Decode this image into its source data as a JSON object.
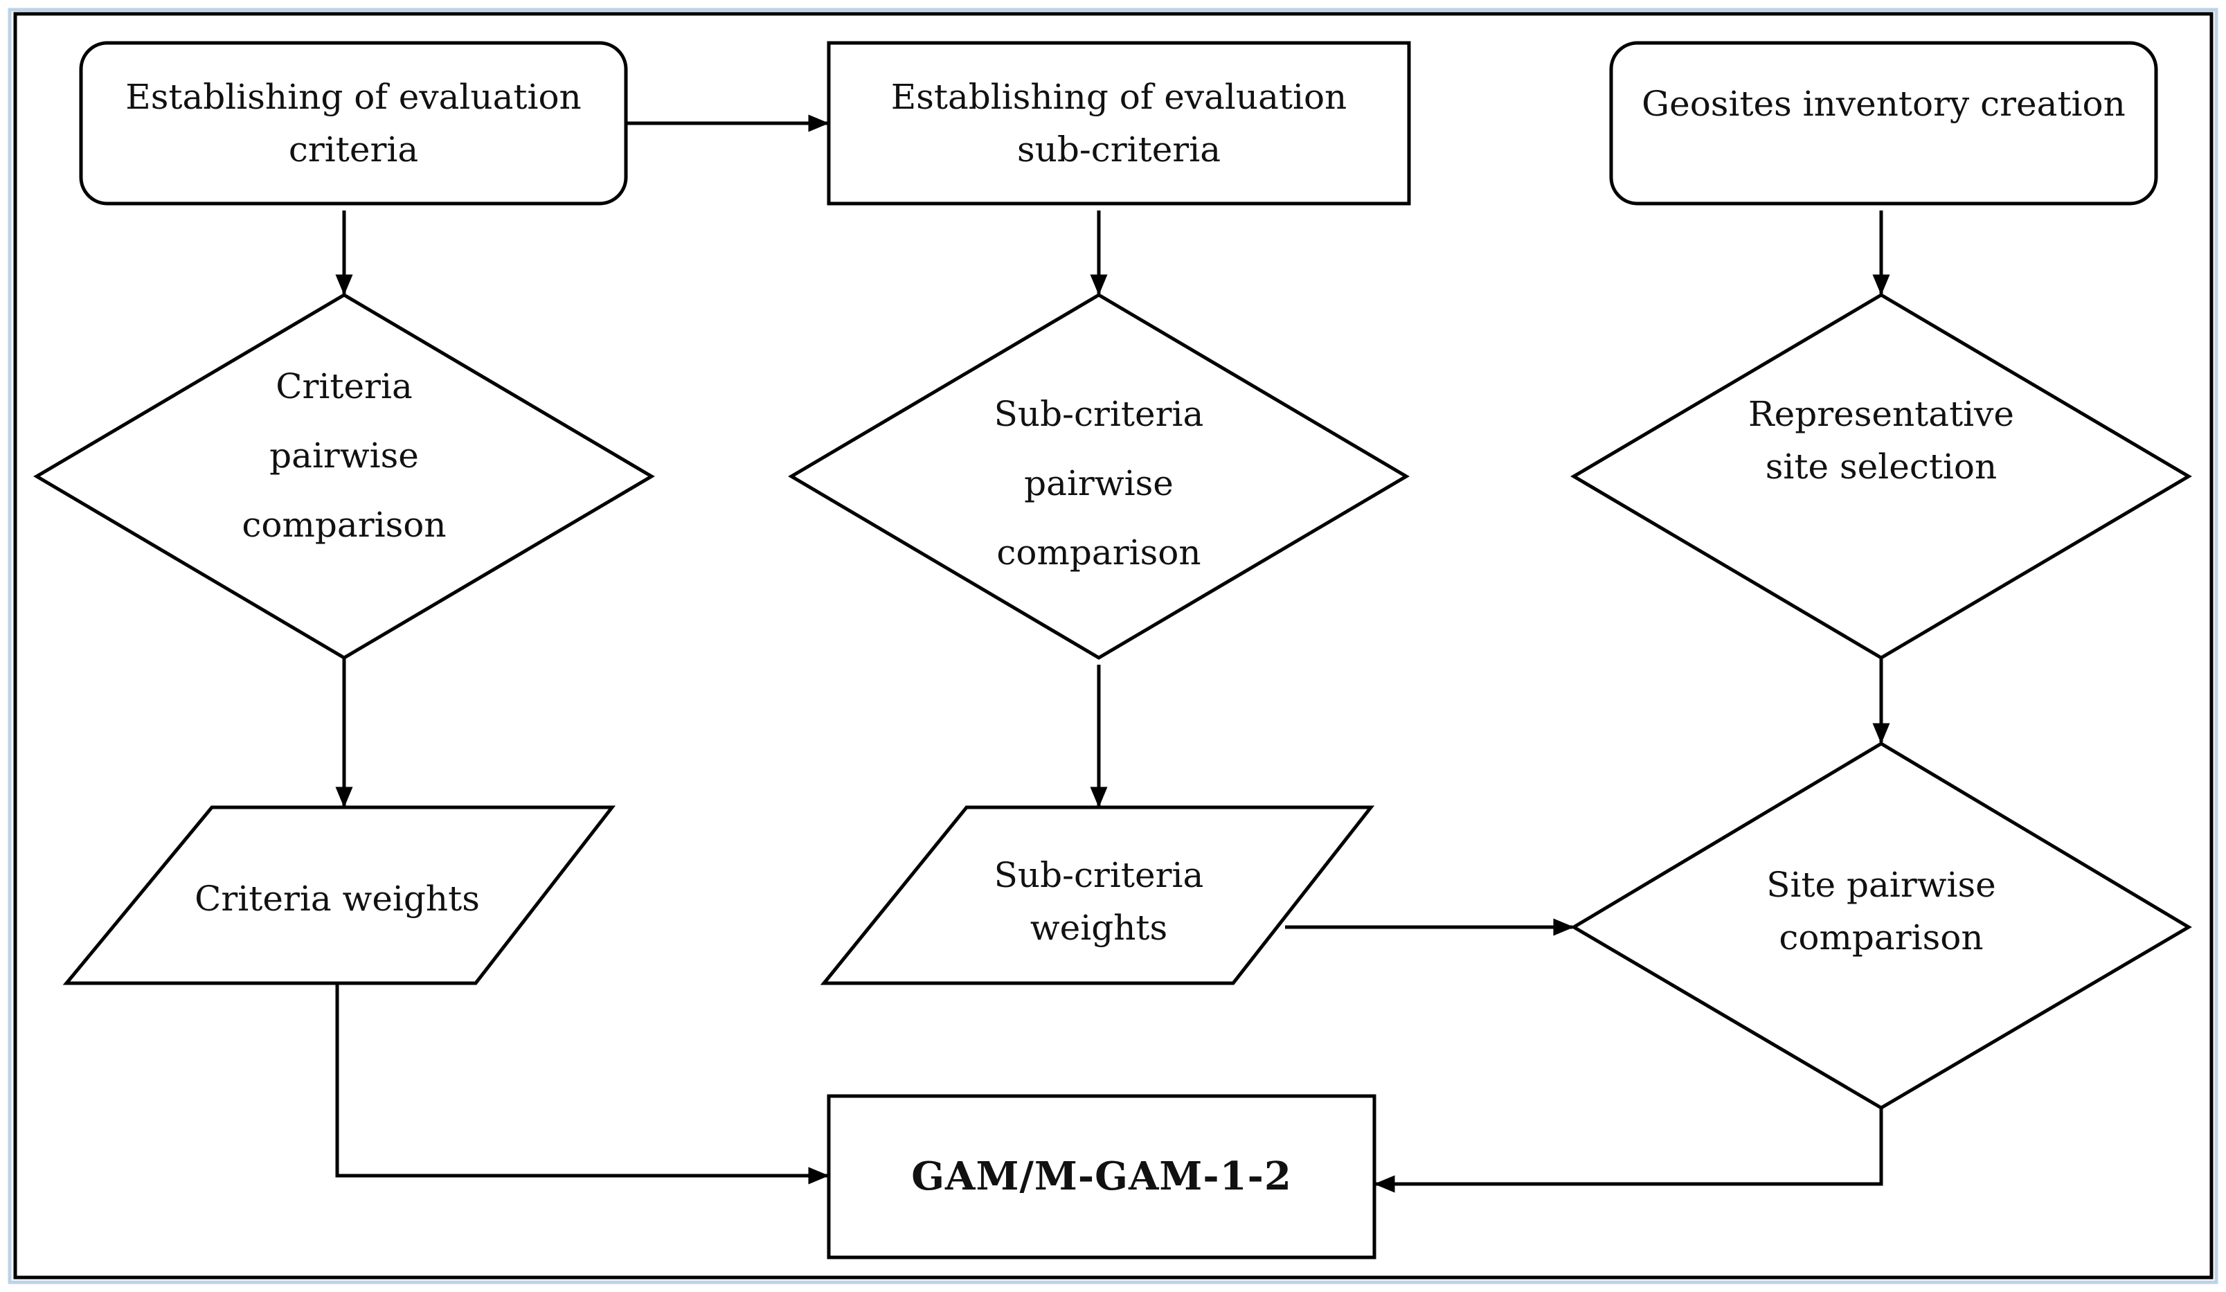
{
  "diagram": {
    "nodes": {
      "evaluation_criteria": "Establishing of evaluation criteria",
      "evaluation_subcriteria": "Establishing of evaluation sub-criteria",
      "geosites_inventory": "Geosites inventory creation",
      "criteria_pairwise": "Criteria pairwise comparison",
      "subcriteria_pairwise": "Sub-criteria pairwise comparison",
      "representative_site": "Representative site selection",
      "criteria_weights": "Criteria weights",
      "subcriteria_weights": "Sub-criteria weights",
      "site_pairwise": "Site pairwise comparison",
      "gam": "GAM/M-GAM-1-2"
    },
    "colors": {
      "stroke": "#000000",
      "fill": "#ffffff",
      "outer_frame_glow": "#bcd3e6"
    }
  }
}
